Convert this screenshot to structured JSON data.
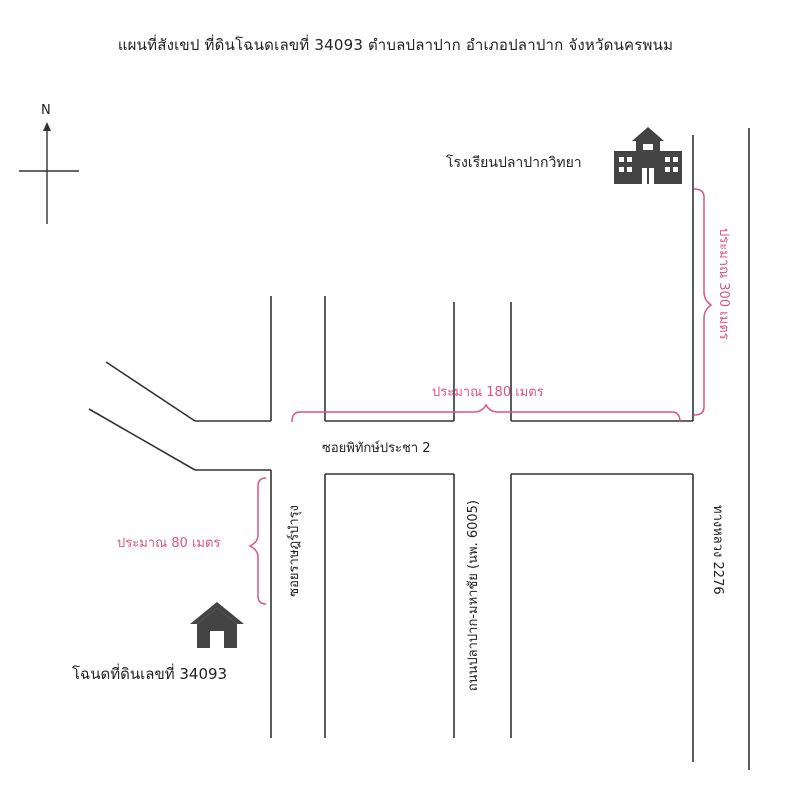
{
  "title": "แผนที่สังเขป  ที่ดินโฉนดเลขที่  34093  ตำบลปลาปาก  อำเภอปลาปาก  จังหวัดนครพนม",
  "compass": {
    "label": "N"
  },
  "landmarks": {
    "school": "โรงเรียนปลาปากวิทยา",
    "deed": "โฉนดที่ดินเลขที่ 34093"
  },
  "roads": {
    "soi_phithak": "ซอยพิทักษ์ประชา 2",
    "soi_left": "ซอยราษฎร์บำรุง",
    "thanon": "ถนนปลาปาก-มหาชัย (นพ. 6005)",
    "highway": "ทางหลวง 2276"
  },
  "distances": {
    "d180": "ประมาณ 180 เมตร",
    "d300": "ประมาณ 300 เมตร",
    "d80": "ประมาณ 80 เมตร"
  },
  "colors": {
    "line": "#333333",
    "dimension": "#d9577f"
  },
  "icons": {
    "school": "school-building-icon",
    "deed": "house-icon",
    "compass": "north-arrow-icon"
  }
}
